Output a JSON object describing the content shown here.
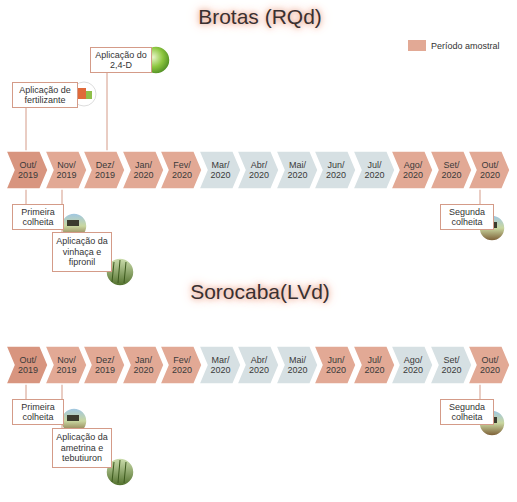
{
  "diagram": {
    "nodes": [
      {
        "text": [
          "Aplicação de fertilizante"
        ]
      },
      {
        "text": [
          "Aplicação do 2,4-D"
        ]
      },
      {
        "text": [
          "Out/ 2019"
        ]
      },
      {
        "text": [
          "Nov/ 2019"
        ]
      },
      {
        "text": [
          "Dez/ 2019"
        ]
      },
      {
        "text": [
          "Jan/ 2020"
        ]
      },
      {
        "text": [
          "Fev/ 2020"
        ]
      },
      {
        "text": [
          "Mar/ 2020"
        ]
      },
      {
        "text": [
          "Abr/ 2020"
        ]
      },
      {
        "text": [
          "Mai/ 2020"
        ]
      },
      {
        "text": [
          "Jun/ 2020"
        ]
      },
      {
        "text": [
          "Jul/ 2020"
        ]
      },
      {
        "text": [
          "Ago/ 2020"
        ]
      },
      {
        "text": [
          "Set/ 2020"
        ]
      },
      {
        "text": [
          "Out/ 2020"
        ]
      },
      {
        "text": [
          "Primeira colheita"
        ]
      },
      {
        "text": [
          "Aplicação da vinhaça e fipronil"
        ]
      },
      {
        "text": [
          "Segunda colheita"
        ]
      },
      {
        "text": [
          "Out/ 2019"
        ]
      },
      {
        "text": [
          "Nov/ 2019"
        ]
      },
      {
        "text": [
          "Dez/ 2019"
        ]
      },
      {
        "text": [
          "Jan/ 2020"
        ]
      },
      {
        "text": [
          "Fev/ 2020"
        ]
      },
      {
        "text": [
          "Mar/ 2020"
        ]
      },
      {
        "text": [
          "Abr/ 2020"
        ]
      },
      {
        "text": [
          "Mai/ 2020"
        ]
      },
      {
        "text": [
          "Jun/ 2020"
        ]
      },
      {
        "text": [
          "Jul/ 2020"
        ]
      },
      {
        "text": [
          "Ago/ 2020"
        ]
      },
      {
        "text": [
          "Set/ 2020"
        ]
      },
      {
        "text": [
          "Out/ 2020"
        ]
      },
      {
        "text": [
          "Primeira colheita"
        ]
      },
      {
        "text": [
          "Aplicação da ametrina e tebutiuron"
        ]
      },
      {
        "text": [
          "Segunda colheita"
        ]
      }
    ],
    "edges": [
      {
        "from": 0,
        "to": 2,
        "arrow": "none"
      },
      {
        "from": 1,
        "to": 4,
        "arrow": "none"
      },
      {
        "from": 15,
        "to": 2,
        "arrow": "none"
      },
      {
        "from": 16,
        "to": 3,
        "arrow": "none"
      },
      {
        "from": 17,
        "to": 14,
        "arrow": "none"
      },
      {
        "from": 31,
        "to": 18,
        "arrow": "none"
      },
      {
        "from": 32,
        "to": 19,
        "arrow": "none"
      },
      {
        "from": 33,
        "to": 30,
        "arrow": "none"
      }
    ],
    "labels": [
      "Brotas (RQd)",
      "Sorocaba(LVd)"
    ],
    "legend": [
      {
        "text": "Período amostral",
        "color": "#e2a995"
      }
    ]
  }
}
